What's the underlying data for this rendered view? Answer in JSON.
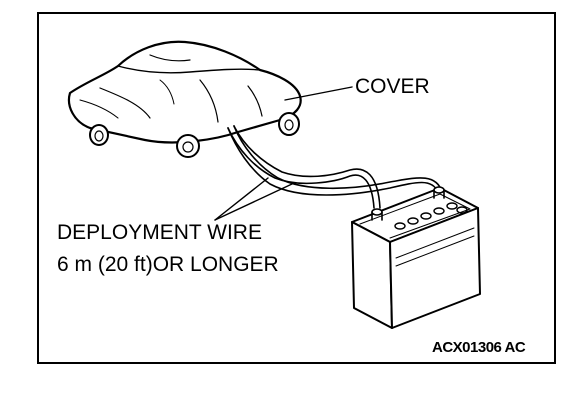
{
  "diagram": {
    "labels": {
      "cover": "COVER",
      "wire_line1": "DEPLOYMENT WIRE",
      "wire_line2": "6 m (20 ft)OR LONGER",
      "code": "ACX01306 AC"
    },
    "icons": {
      "vehicle": "covered-car-icon",
      "battery": "car-battery-icon"
    },
    "colors": {
      "ink": "#000000",
      "paper": "#ffffff"
    }
  }
}
